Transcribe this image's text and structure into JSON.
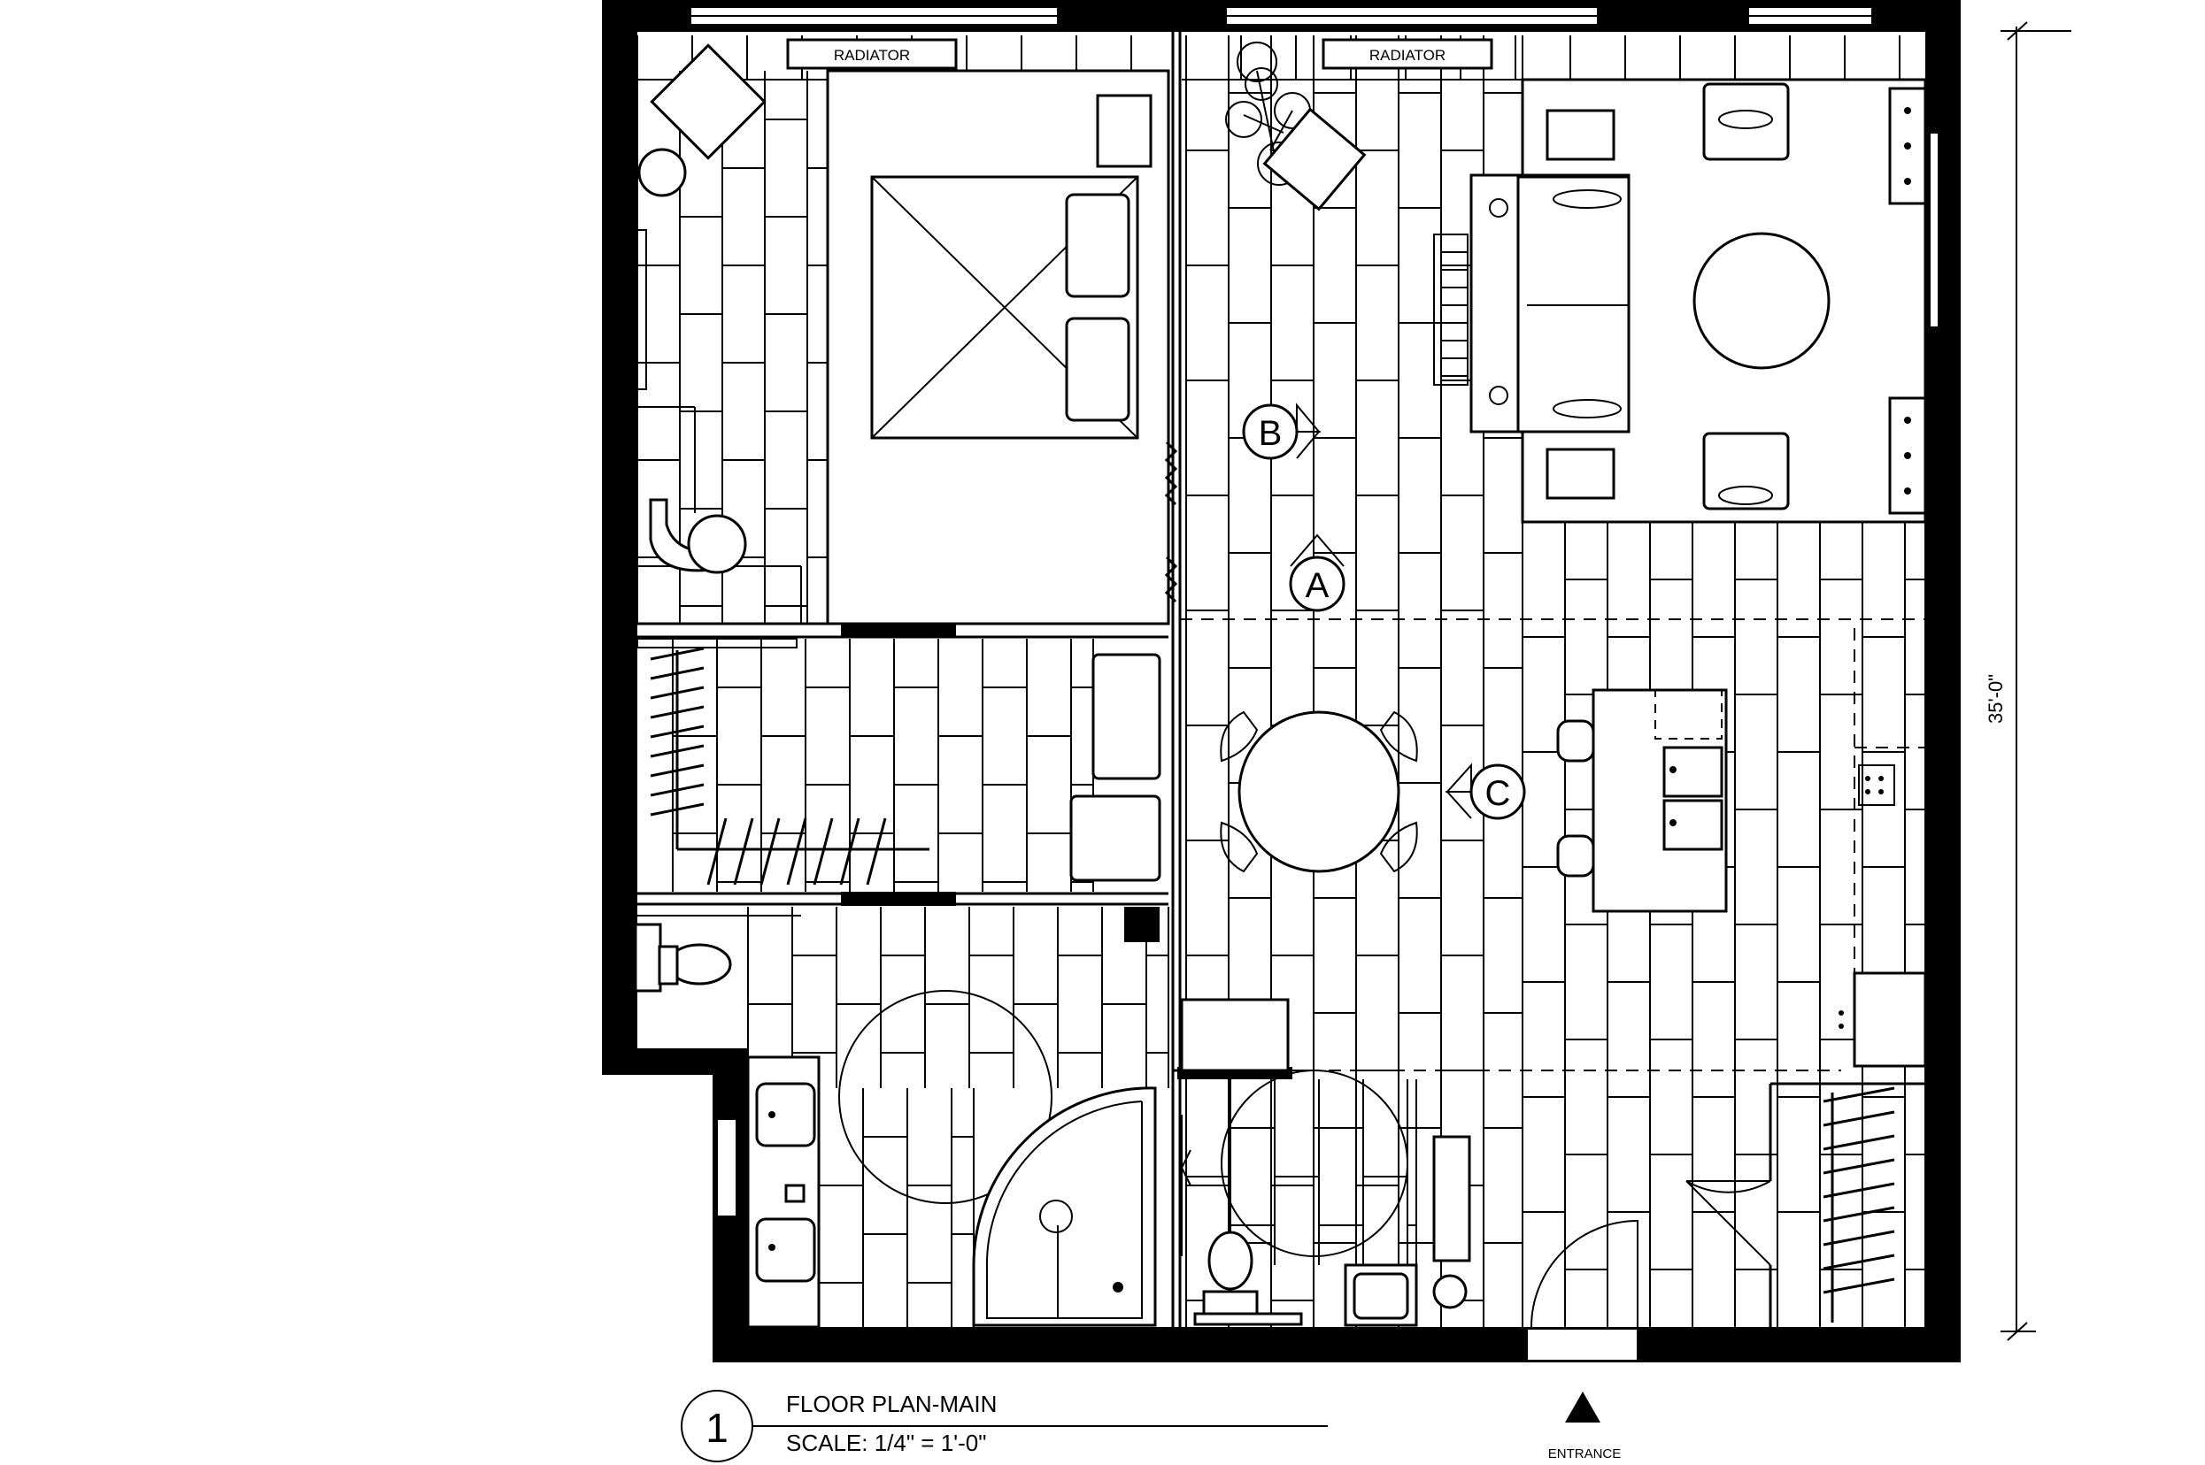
{
  "plan": {
    "labels": {
      "radiator_left": "RADIATOR",
      "radiator_right": "RADIATOR",
      "dimension": "35'-0\"",
      "entrance": "ENTRANCE"
    },
    "markers": {
      "a": "A",
      "b": "B",
      "c": "C"
    },
    "title_block": {
      "number": "1",
      "title": "FLOOR PLAN-MAIN",
      "scale": "SCALE: 1/4\" = 1'-0\""
    }
  },
  "colors": {
    "ink": "#000000",
    "paper": "#ffffff"
  }
}
